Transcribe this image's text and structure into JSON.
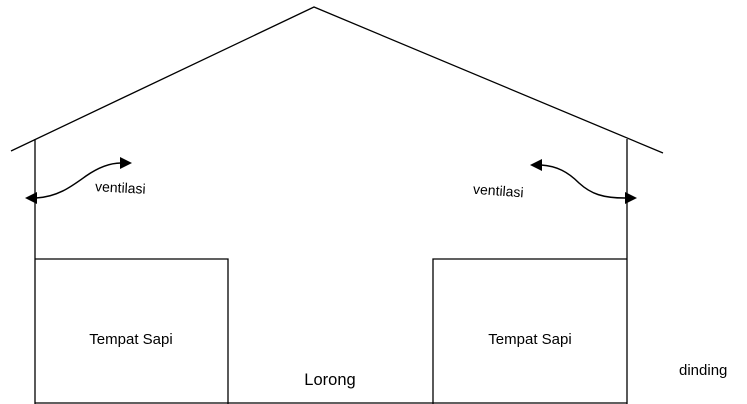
{
  "labels": {
    "stall_left": "Tempat Sapi",
    "stall_right": "Tempat Sapi",
    "aisle": "Lorong",
    "wall": "dinding",
    "ventilation_left": "ventilasi",
    "ventilation_right": "ventilasi"
  },
  "colors": {
    "line": "#000000",
    "background": "#ffffff"
  }
}
